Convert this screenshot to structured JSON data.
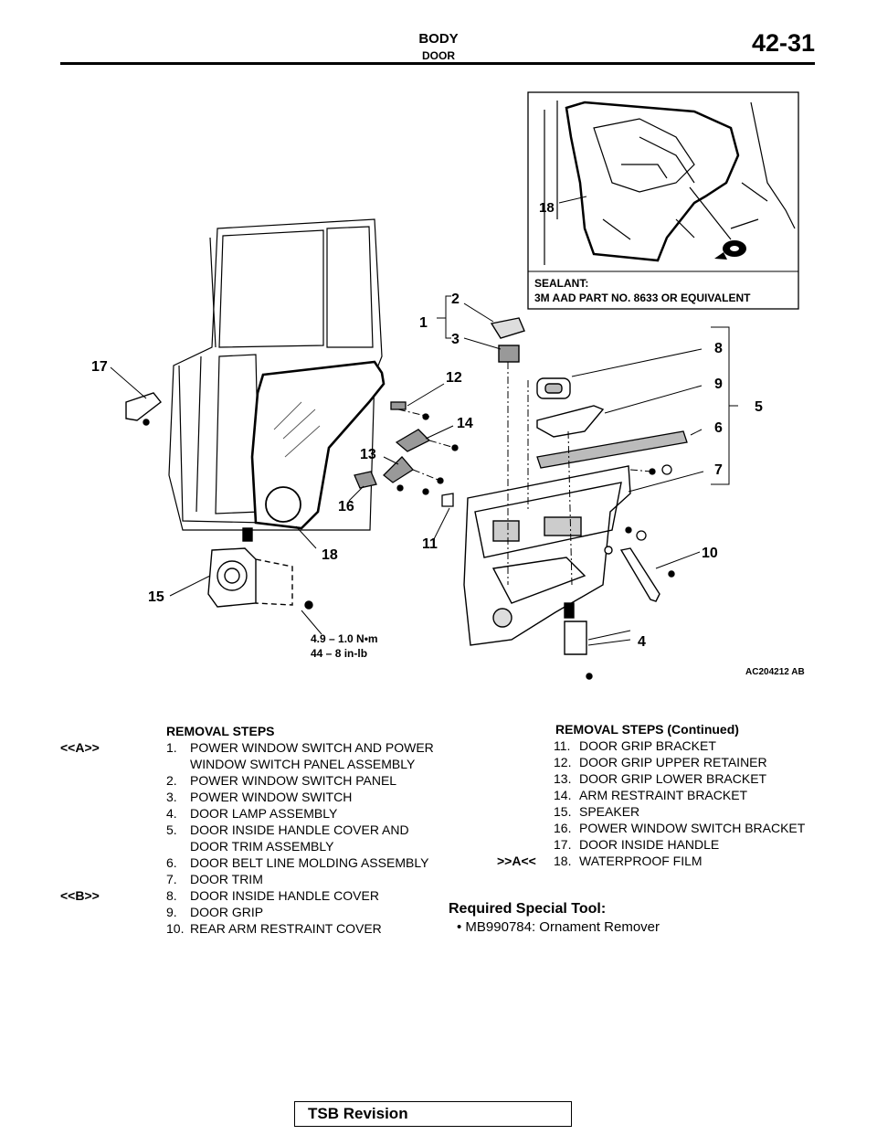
{
  "header": {
    "section": "BODY",
    "subsection": "DOOR",
    "page": "42-31"
  },
  "figure": {
    "id": "AC204212 AB",
    "sealant_label": "SEALANT:",
    "sealant_spec": "3M AAD PART NO. 8633 OR EQUIVALENT",
    "torque_nm": "4.9 – 1.0 N•m",
    "torque_inlb": "44 – 8 in-lb",
    "callouts": [
      "1",
      "2",
      "3",
      "4",
      "5",
      "6",
      "7",
      "8",
      "9",
      "10",
      "11",
      "12",
      "13",
      "14",
      "15",
      "16",
      "17",
      "18"
    ]
  },
  "removal_left": {
    "heading": "REMOVAL STEPS",
    "steps": [
      {
        "tag": "<<A>>",
        "number": "1.",
        "text": "POWER WINDOW SWITCH AND POWER WINDOW SWITCH PANEL ASSEMBLY"
      },
      {
        "tag": "",
        "number": "2.",
        "text": "POWER WINDOW SWITCH PANEL"
      },
      {
        "tag": "",
        "number": "3.",
        "text": "POWER WINDOW SWITCH"
      },
      {
        "tag": "",
        "number": "4.",
        "text": "DOOR LAMP ASSEMBLY"
      },
      {
        "tag": "",
        "number": "5.",
        "text": "DOOR INSIDE HANDLE COVER AND DOOR TRIM ASSEMBLY"
      },
      {
        "tag": "",
        "number": "6.",
        "text": "DOOR BELT LINE MOLDING ASSEMBLY"
      },
      {
        "tag": "",
        "number": "7.",
        "text": "DOOR TRIM"
      },
      {
        "tag": "<<B>>",
        "number": "8.",
        "text": "DOOR INSIDE HANDLE COVER"
      },
      {
        "tag": "",
        "number": "9.",
        "text": "DOOR GRIP"
      },
      {
        "tag": "",
        "number": "10.",
        "text": "REAR ARM RESTRAINT COVER"
      }
    ]
  },
  "removal_right": {
    "heading": "REMOVAL STEPS (Continued)",
    "steps": [
      {
        "tag": "",
        "number": "11.",
        "text": "DOOR GRIP BRACKET"
      },
      {
        "tag": "",
        "number": "12.",
        "text": "DOOR GRIP UPPER RETAINER"
      },
      {
        "tag": "",
        "number": "13.",
        "text": "DOOR GRIP LOWER BRACKET"
      },
      {
        "tag": "",
        "number": "14.",
        "text": "ARM RESTRAINT BRACKET"
      },
      {
        "tag": "",
        "number": "15.",
        "text": "SPEAKER"
      },
      {
        "tag": "",
        "number": "16.",
        "text": "POWER WINDOW SWITCH BRACKET"
      },
      {
        "tag": "",
        "number": "17.",
        "text": "DOOR INSIDE HANDLE"
      },
      {
        "tag": ">>A<<",
        "number": "18.",
        "text": "WATERPROOF FILM"
      }
    ]
  },
  "special_tool": {
    "heading": "Required Special Tool:",
    "items": [
      "MB990784: Ornament Remover"
    ]
  },
  "footer": {
    "label": "TSB Revision"
  }
}
